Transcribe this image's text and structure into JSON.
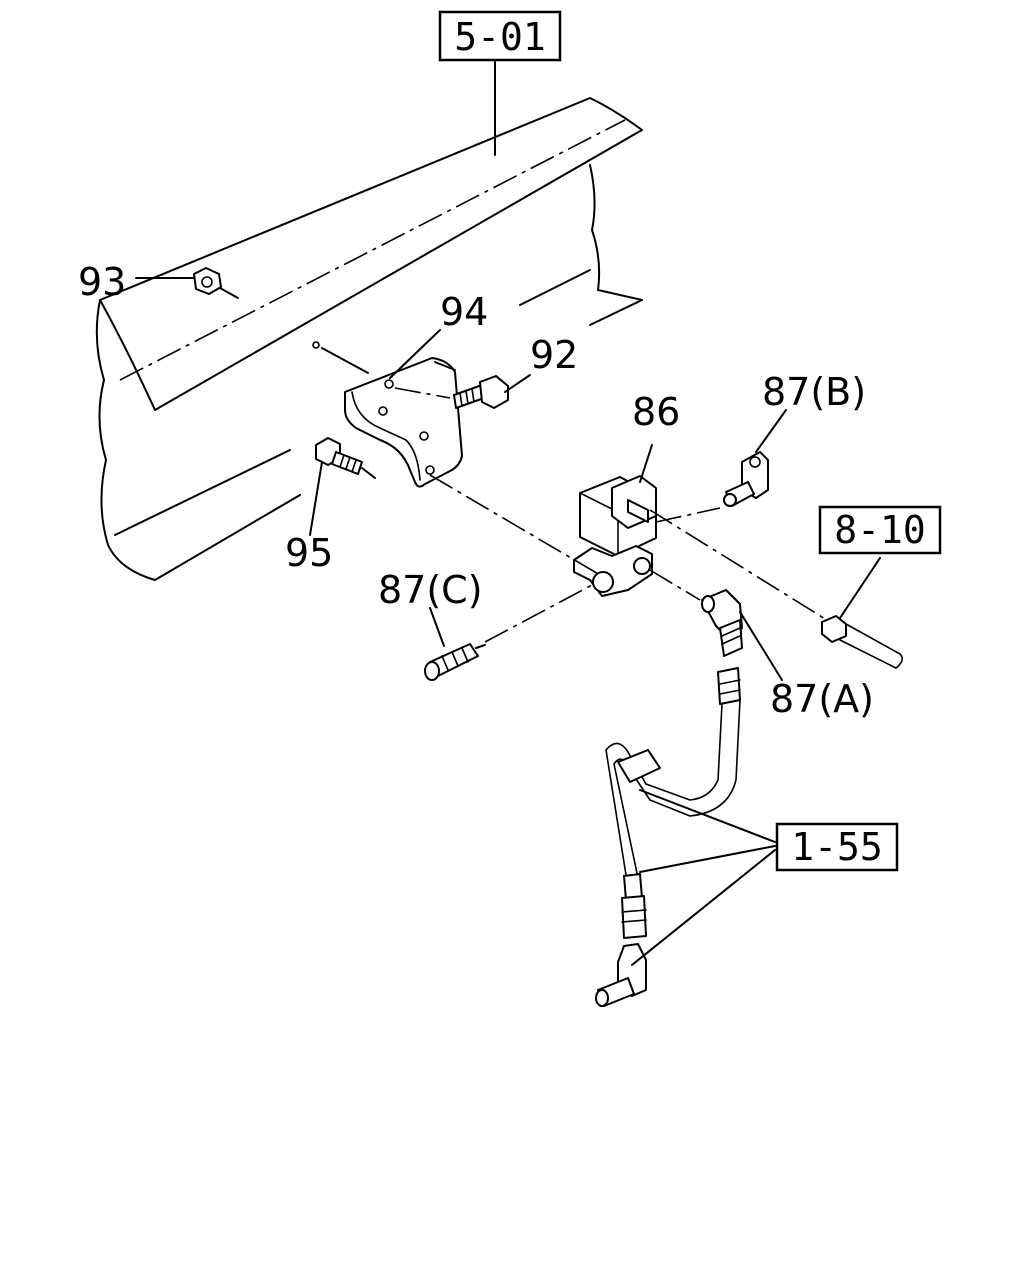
{
  "references": {
    "frame": "5-01",
    "harness": "8-10",
    "pipe": "1-55"
  },
  "callouts": {
    "nut": "93",
    "bracket": "94",
    "bolt_upper": "92",
    "bolt_lower": "95",
    "valve": "86",
    "fitting_b": "87(B)",
    "fitting_c": "87(C)",
    "fitting_a": "87(A)"
  }
}
